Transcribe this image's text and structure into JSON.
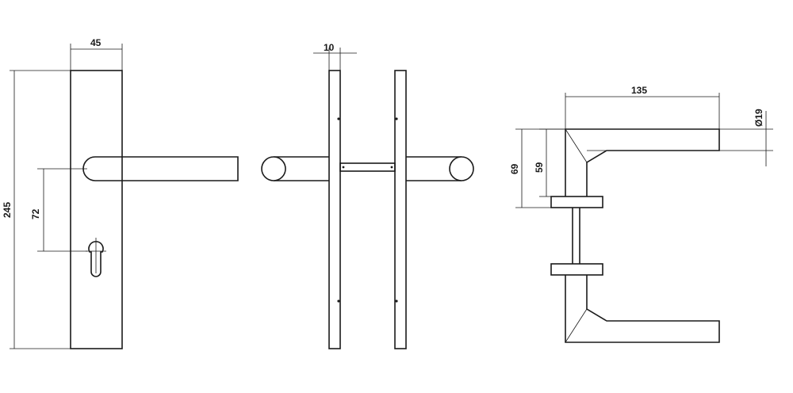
{
  "dimensions": {
    "plate_width": "45",
    "plate_height": "245",
    "center_distance": "72",
    "plate_thickness": "10",
    "lever_length": "135",
    "lever_diameter": "Ø19",
    "height_outer": "69",
    "height_inner": "59"
  },
  "colors": {
    "line": "#1a1a1a",
    "background": "#ffffff"
  }
}
